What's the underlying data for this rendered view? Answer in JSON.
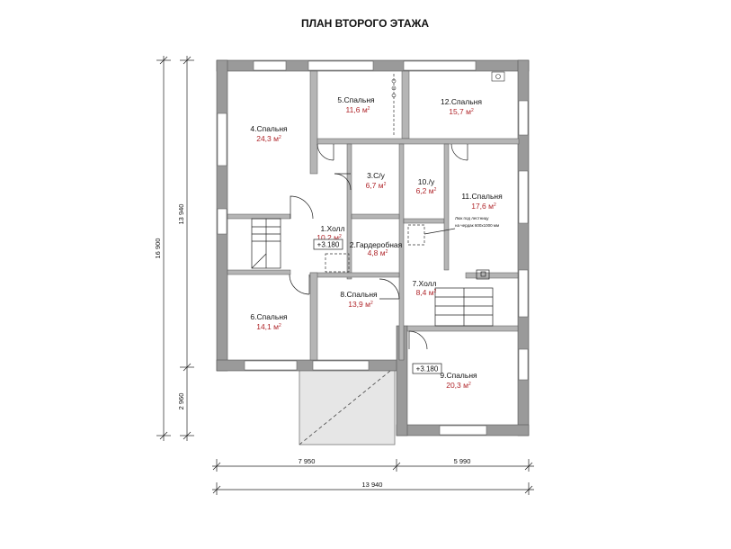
{
  "title": "ПЛАН ВТОРОГО ЭТАЖА",
  "area_unit": "м",
  "area_exp": "2",
  "rooms": [
    {
      "id": "r1",
      "name": "1.Холл",
      "area": "10,2"
    },
    {
      "id": "r2",
      "name": "2.Гардеробная",
      "area": "4,8"
    },
    {
      "id": "r3",
      "name": "3.С/у",
      "area": "6,7"
    },
    {
      "id": "r4",
      "name": "4.Спальня",
      "area": "24,3"
    },
    {
      "id": "r5",
      "name": "5.Спальня",
      "area": "11,6"
    },
    {
      "id": "r6",
      "name": "6.Спальня",
      "area": "14,1"
    },
    {
      "id": "r7",
      "name": "7.Холл",
      "area": "8,4"
    },
    {
      "id": "r8",
      "name": "8.Спальня",
      "area": "13,9"
    },
    {
      "id": "r9",
      "name": "9.Спальня",
      "area": "20,3"
    },
    {
      "id": "r10",
      "name": "10./у",
      "area": "6,2"
    },
    {
      "id": "r11",
      "name": "11.Спальня",
      "area": "17,6"
    },
    {
      "id": "r12",
      "name": "12.Спальня",
      "area": "15,7"
    }
  ],
  "levels": [
    "+3.180",
    "+3.180"
  ],
  "hatch_note": [
    "Люк под лестницу",
    "на чердак 600х1000 мм"
  ],
  "dimensions": {
    "bottom_left": "7 950",
    "bottom_right": "5 990",
    "bottom_total": "13 940",
    "left_upper": "13 940",
    "left_lower": "2 960",
    "left_total": "16 900"
  }
}
